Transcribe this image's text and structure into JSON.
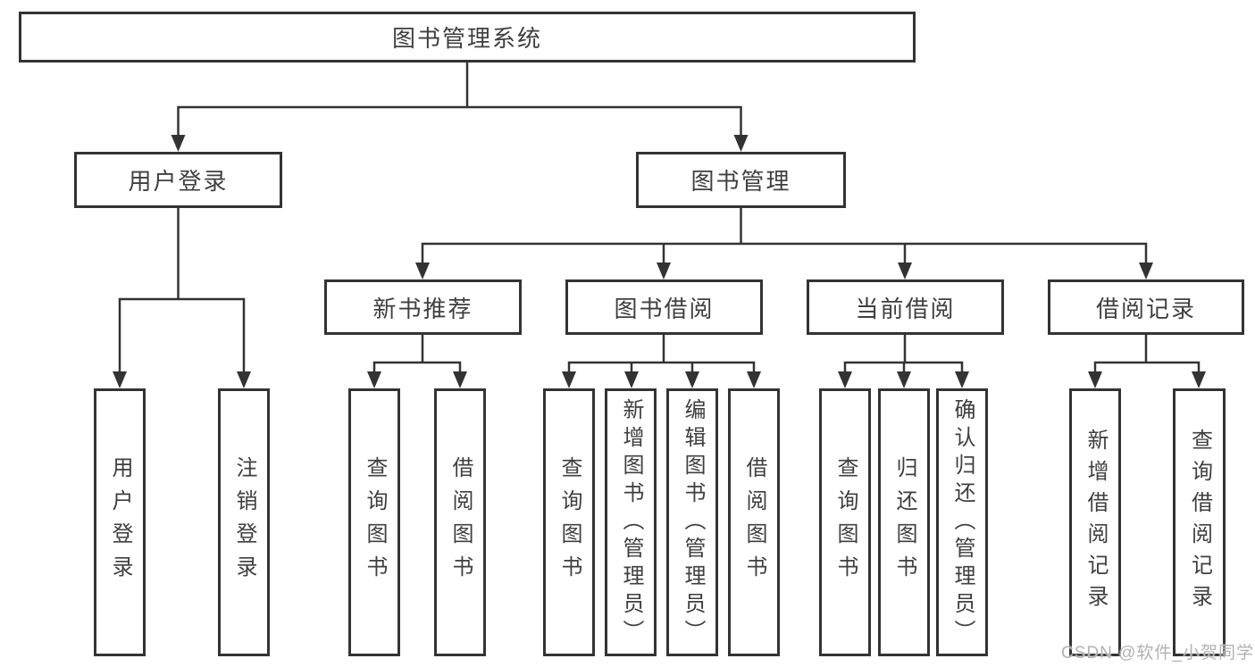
{
  "tree": {
    "label": "图书管理系统",
    "children": [
      {
        "label": "用户登录",
        "children": [
          {
            "label": "用户登录"
          },
          {
            "label": "注销登录"
          }
        ]
      },
      {
        "label": "图书管理",
        "children": [
          {
            "label": "新书推荐",
            "children": [
              {
                "label": "查询图书"
              },
              {
                "label": "借阅图书"
              }
            ]
          },
          {
            "label": "图书借阅",
            "children": [
              {
                "label": "查询图书"
              },
              {
                "label": "新增图书（管理员）"
              },
              {
                "label": "编辑图书（管理员）"
              },
              {
                "label": "借阅图书"
              }
            ]
          },
          {
            "label": "当前借阅",
            "children": [
              {
                "label": "查询图书"
              },
              {
                "label": "归还图书"
              },
              {
                "label": "确认归还（管理员）"
              }
            ]
          },
          {
            "label": "借阅记录",
            "children": [
              {
                "label": "新增借阅记录"
              },
              {
                "label": "查询借阅记录"
              }
            ]
          }
        ]
      }
    ]
  },
  "watermark": {
    "text": "CSDN @软件_小贺同学"
  },
  "colors": {
    "line": "#333333",
    "border": "#333333",
    "text": "#3f3f3f",
    "watermark": "#b2b2b2",
    "background": "#ffffff"
  }
}
